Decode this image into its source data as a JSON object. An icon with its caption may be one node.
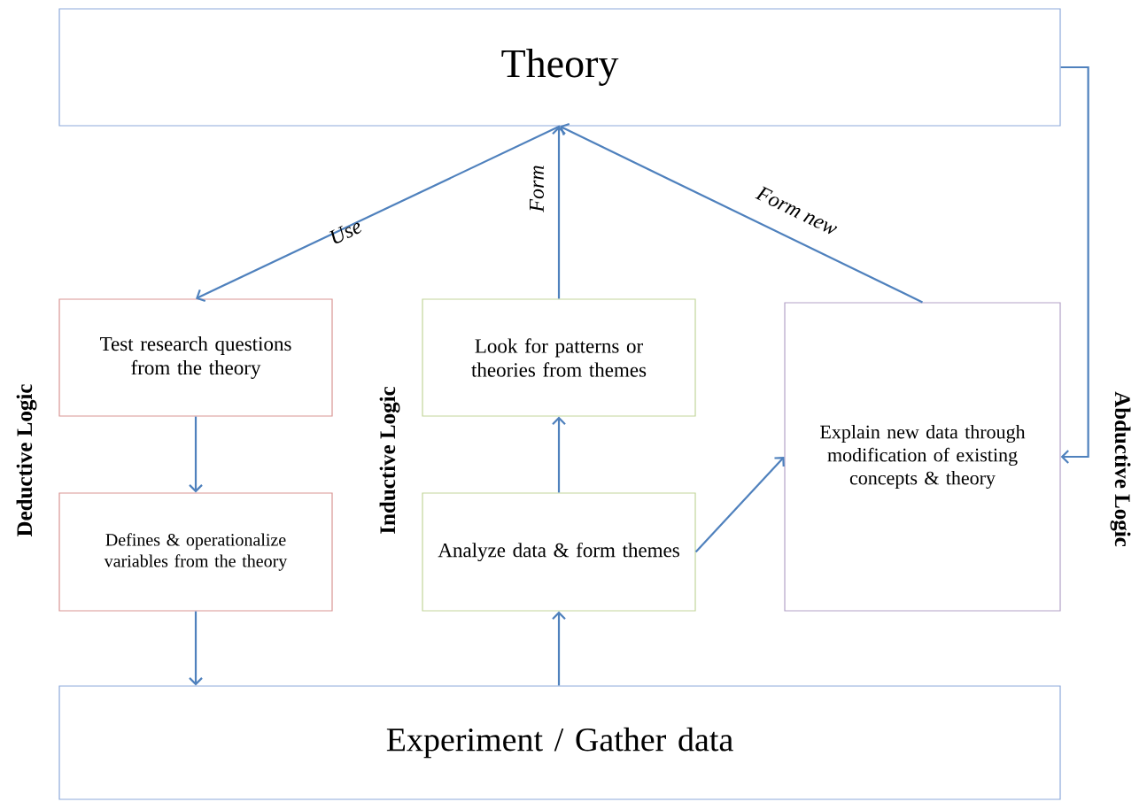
{
  "diagram": {
    "nodes": [
      {
        "text": [
          "Theory"
        ]
      },
      {
        "text": [
          "Test research questions from the theory"
        ]
      },
      {
        "text": [
          "Defines & operationalize variables from the theory"
        ]
      },
      {
        "text": [
          "Look for patterns or theories from themes"
        ]
      },
      {
        "text": [
          "Analyze data & form themes"
        ]
      },
      {
        "text": [
          "Explain new data through modification of existing concepts & theory"
        ]
      },
      {
        "text": [
          "Experiment / Gather data"
        ]
      }
    ],
    "edges": [
      {
        "from": 0,
        "to": 1,
        "arrow": "to",
        "label": "Use"
      },
      {
        "from": 1,
        "to": 2,
        "arrow": "to"
      },
      {
        "from": 2,
        "to": 6,
        "arrow": "to"
      },
      {
        "from": 6,
        "to": 4,
        "arrow": "to"
      },
      {
        "from": 4,
        "to": 3,
        "arrow": "to"
      },
      {
        "from": 3,
        "to": 0,
        "arrow": "to",
        "label": "Form"
      },
      {
        "from": 5,
        "to": 0,
        "arrow": "to",
        "label": "Form new"
      },
      {
        "from": 4,
        "to": 5,
        "arrow": "to"
      },
      {
        "from": 0,
        "to": 5,
        "arrow": "to"
      }
    ],
    "labels": [
      "Deductive Logic",
      "Inductive Logic",
      "Abductive Logic"
    ]
  }
}
